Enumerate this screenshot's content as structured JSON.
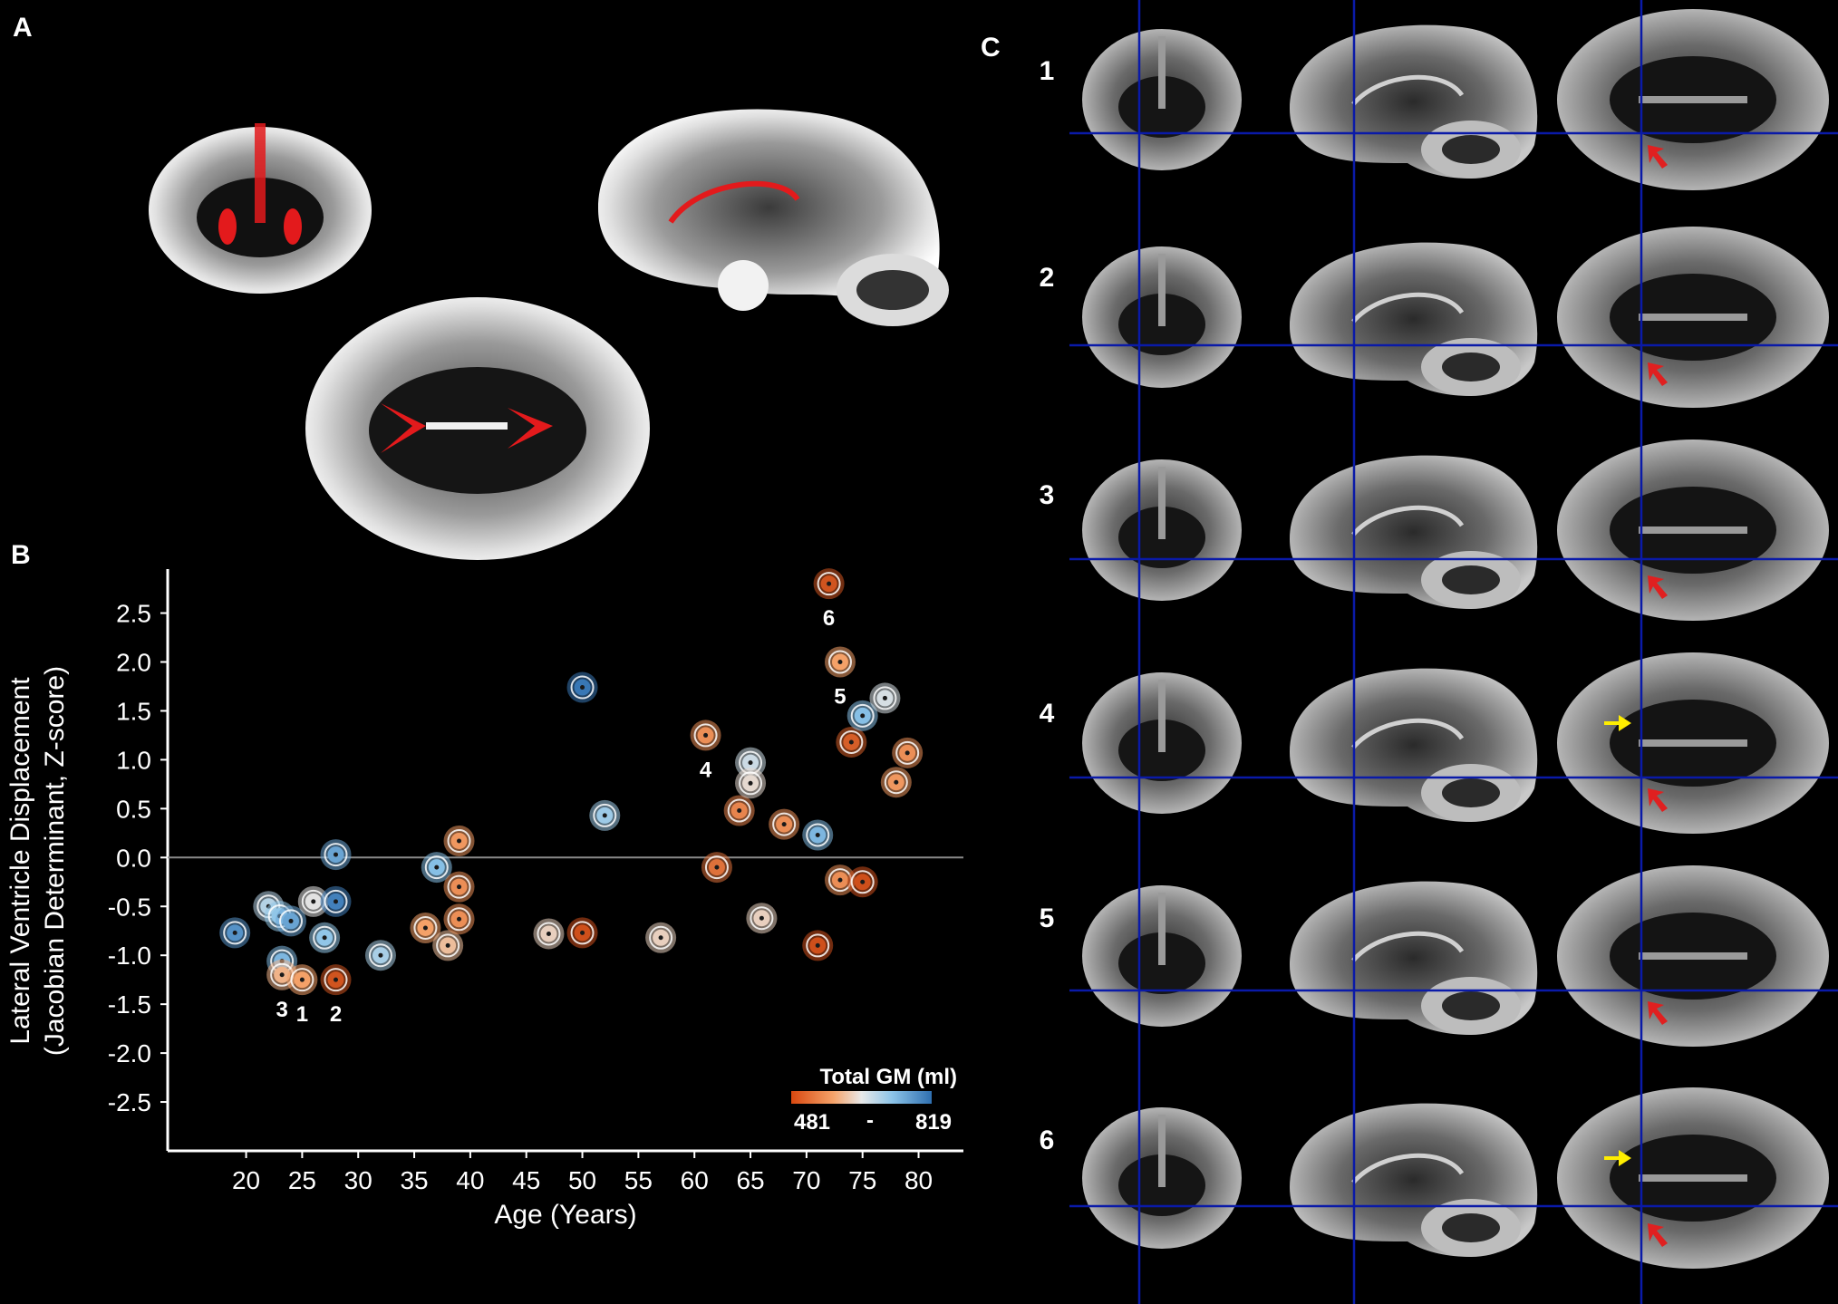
{
  "panels": {
    "a": "A",
    "b": "B",
    "c": "C"
  },
  "row_numbers": [
    "1",
    "2",
    "3",
    "4",
    "5",
    "6"
  ],
  "colors": {
    "orange": "#e8601c",
    "light_orange": "#f5b07a",
    "neutral": "#d8d8d8",
    "light_blue": "#8cc4e8",
    "blue": "#2f6fb0",
    "red_marker": "#e02020",
    "yellow_marker": "#ffee00",
    "crosshair": "#0a1aa8"
  },
  "chart_data": {
    "type": "scatter",
    "xlabel": "Age (Years)",
    "ylabel_line1": "Lateral Ventricle Displacement",
    "ylabel_line2": "(Jacobian Determinant, Z-score)",
    "xlim": [
      13,
      84
    ],
    "ylim": [
      -3.0,
      2.95
    ],
    "xticks": [
      20,
      25,
      30,
      35,
      40,
      45,
      50,
      55,
      60,
      65,
      70,
      75,
      80
    ],
    "yticks": [
      2.5,
      2.0,
      1.5,
      1.0,
      0.5,
      0.0,
      -0.5,
      -1.0,
      -1.5,
      -2.0,
      -2.5
    ],
    "ytick_labels": [
      "2.5",
      "2.0",
      "1.5",
      "1.0",
      "0.5",
      "0.0",
      "-0.5",
      "-1.0",
      "-1.5",
      "-2.0",
      "-2.5"
    ],
    "zero_line": true,
    "colorbar": {
      "title": "Total GM (ml)",
      "min_label": "481",
      "mid_label": "-",
      "max_label": "819",
      "min": 481,
      "max": 819
    },
    "points": [
      {
        "x": 19,
        "y": -0.77,
        "gm": 780
      },
      {
        "x": 22,
        "y": -0.5,
        "gm": 690
      },
      {
        "x": 23,
        "y": -0.6,
        "gm": 720
      },
      {
        "x": 24,
        "y": -0.65,
        "gm": 760
      },
      {
        "x": 23.2,
        "y": -1.06,
        "gm": 740
      },
      {
        "x": 23.2,
        "y": -1.2,
        "gm": 600,
        "label": "3"
      },
      {
        "x": 25,
        "y": -1.25,
        "gm": 580,
        "label": "1"
      },
      {
        "x": 26,
        "y": -0.45,
        "gm": 650
      },
      {
        "x": 27,
        "y": -0.82,
        "gm": 720
      },
      {
        "x": 28,
        "y": -0.45,
        "gm": 800
      },
      {
        "x": 28,
        "y": 0.03,
        "gm": 760
      },
      {
        "x": 28,
        "y": -1.25,
        "gm": 500,
        "label": "2"
      },
      {
        "x": 32,
        "y": -1.0,
        "gm": 700
      },
      {
        "x": 36,
        "y": -0.72,
        "gm": 580
      },
      {
        "x": 37,
        "y": -0.1,
        "gm": 730
      },
      {
        "x": 38,
        "y": -0.9,
        "gm": 610
      },
      {
        "x": 39,
        "y": 0.17,
        "gm": 570
      },
      {
        "x": 39,
        "y": -0.3,
        "gm": 560
      },
      {
        "x": 39,
        "y": -0.63,
        "gm": 560
      },
      {
        "x": 47,
        "y": -0.78,
        "gm": 630
      },
      {
        "x": 50,
        "y": -0.77,
        "gm": 495
      },
      {
        "x": 50,
        "y": 1.74,
        "gm": 810
      },
      {
        "x": 52,
        "y": 0.43,
        "gm": 710
      },
      {
        "x": 57,
        "y": -0.82,
        "gm": 630
      },
      {
        "x": 61,
        "y": 1.25,
        "gm": 560,
        "label": "4"
      },
      {
        "x": 62,
        "y": -0.1,
        "gm": 530
      },
      {
        "x": 64,
        "y": 0.48,
        "gm": 550
      },
      {
        "x": 65,
        "y": 0.97,
        "gm": 670
      },
      {
        "x": 65,
        "y": 0.76,
        "gm": 640
      },
      {
        "x": 66,
        "y": -0.62,
        "gm": 630
      },
      {
        "x": 68,
        "y": 0.34,
        "gm": 560
      },
      {
        "x": 71,
        "y": 0.23,
        "gm": 740
      },
      {
        "x": 71,
        "y": -0.9,
        "gm": 495
      },
      {
        "x": 72,
        "y": 2.8,
        "gm": 500,
        "label": "6"
      },
      {
        "x": 73,
        "y": 2.0,
        "gm": 580,
        "label": "5"
      },
      {
        "x": 73,
        "y": -0.23,
        "gm": 560
      },
      {
        "x": 74,
        "y": 1.18,
        "gm": 510
      },
      {
        "x": 75,
        "y": 1.45,
        "gm": 730
      },
      {
        "x": 75,
        "y": -0.25,
        "gm": 495
      },
      {
        "x": 77,
        "y": 1.63,
        "gm": 660
      },
      {
        "x": 78,
        "y": 0.77,
        "gm": 570
      },
      {
        "x": 79,
        "y": 1.07,
        "gm": 560
      }
    ]
  }
}
